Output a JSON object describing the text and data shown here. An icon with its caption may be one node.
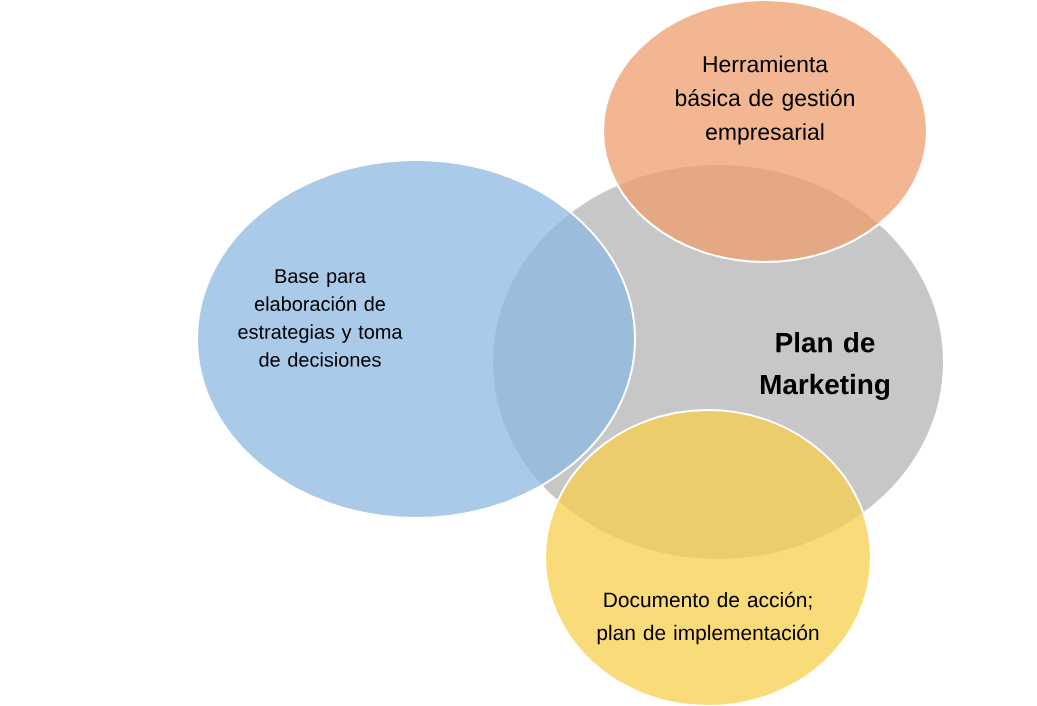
{
  "diagram": {
    "nodes": [
      {
        "text": [
          "Herramienta básica de gestión empresarial"
        ]
      },
      {
        "text": [
          "Base para elaboración de estrategias y toma de decisiones"
        ]
      },
      {
        "text": [
          "Plan de Marketing"
        ]
      },
      {
        "text": [
          "Documento de acción; plan de implementación"
        ]
      }
    ]
  }
}
